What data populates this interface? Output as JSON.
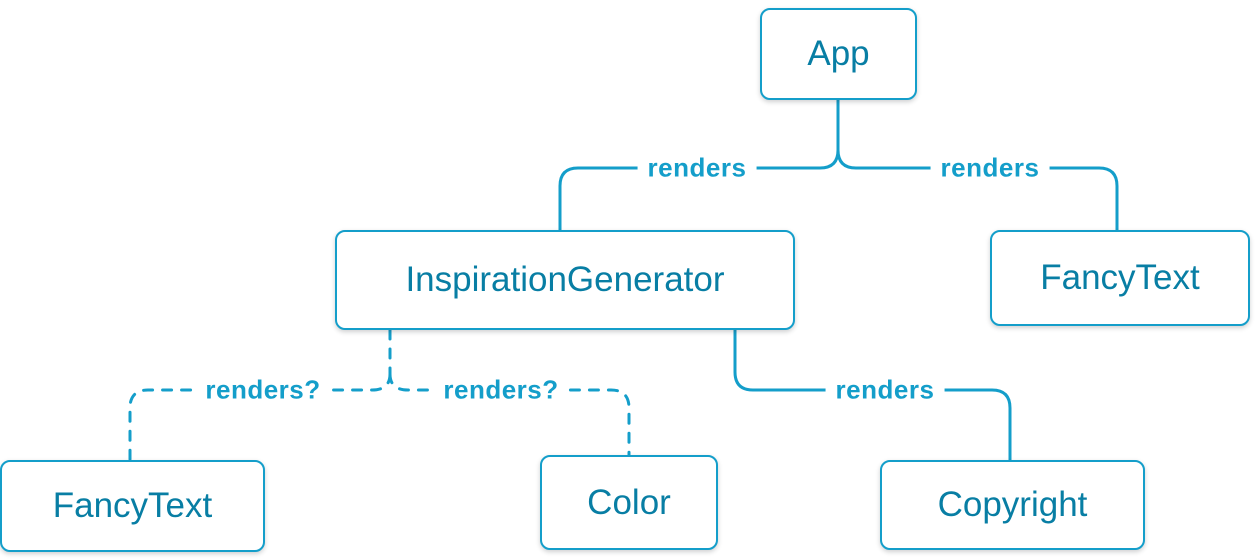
{
  "diagram": {
    "type": "component-render-tree",
    "colors": {
      "stroke": "#149ECA",
      "node_text": "#087EA4",
      "edge_label_text": "#149ECA",
      "node_background": "#ffffff"
    },
    "nodes": {
      "app": {
        "label": "App"
      },
      "inspiration_generator": {
        "label": "InspirationGenerator"
      },
      "fancy_text_top": {
        "label": "FancyText"
      },
      "fancy_text_bottom": {
        "label": "FancyText"
      },
      "color": {
        "label": "Color"
      },
      "copyright": {
        "label": "Copyright"
      }
    },
    "edges": {
      "app_to_inspiration_generator": {
        "label": "renders",
        "style": "solid"
      },
      "app_to_fancy_text": {
        "label": "renders",
        "style": "solid"
      },
      "inspiration_generator_to_fancy_text": {
        "label": "renders?",
        "style": "dashed"
      },
      "inspiration_generator_to_color": {
        "label": "renders?",
        "style": "dashed"
      },
      "inspiration_generator_to_copyright": {
        "label": "renders",
        "style": "solid"
      }
    }
  }
}
